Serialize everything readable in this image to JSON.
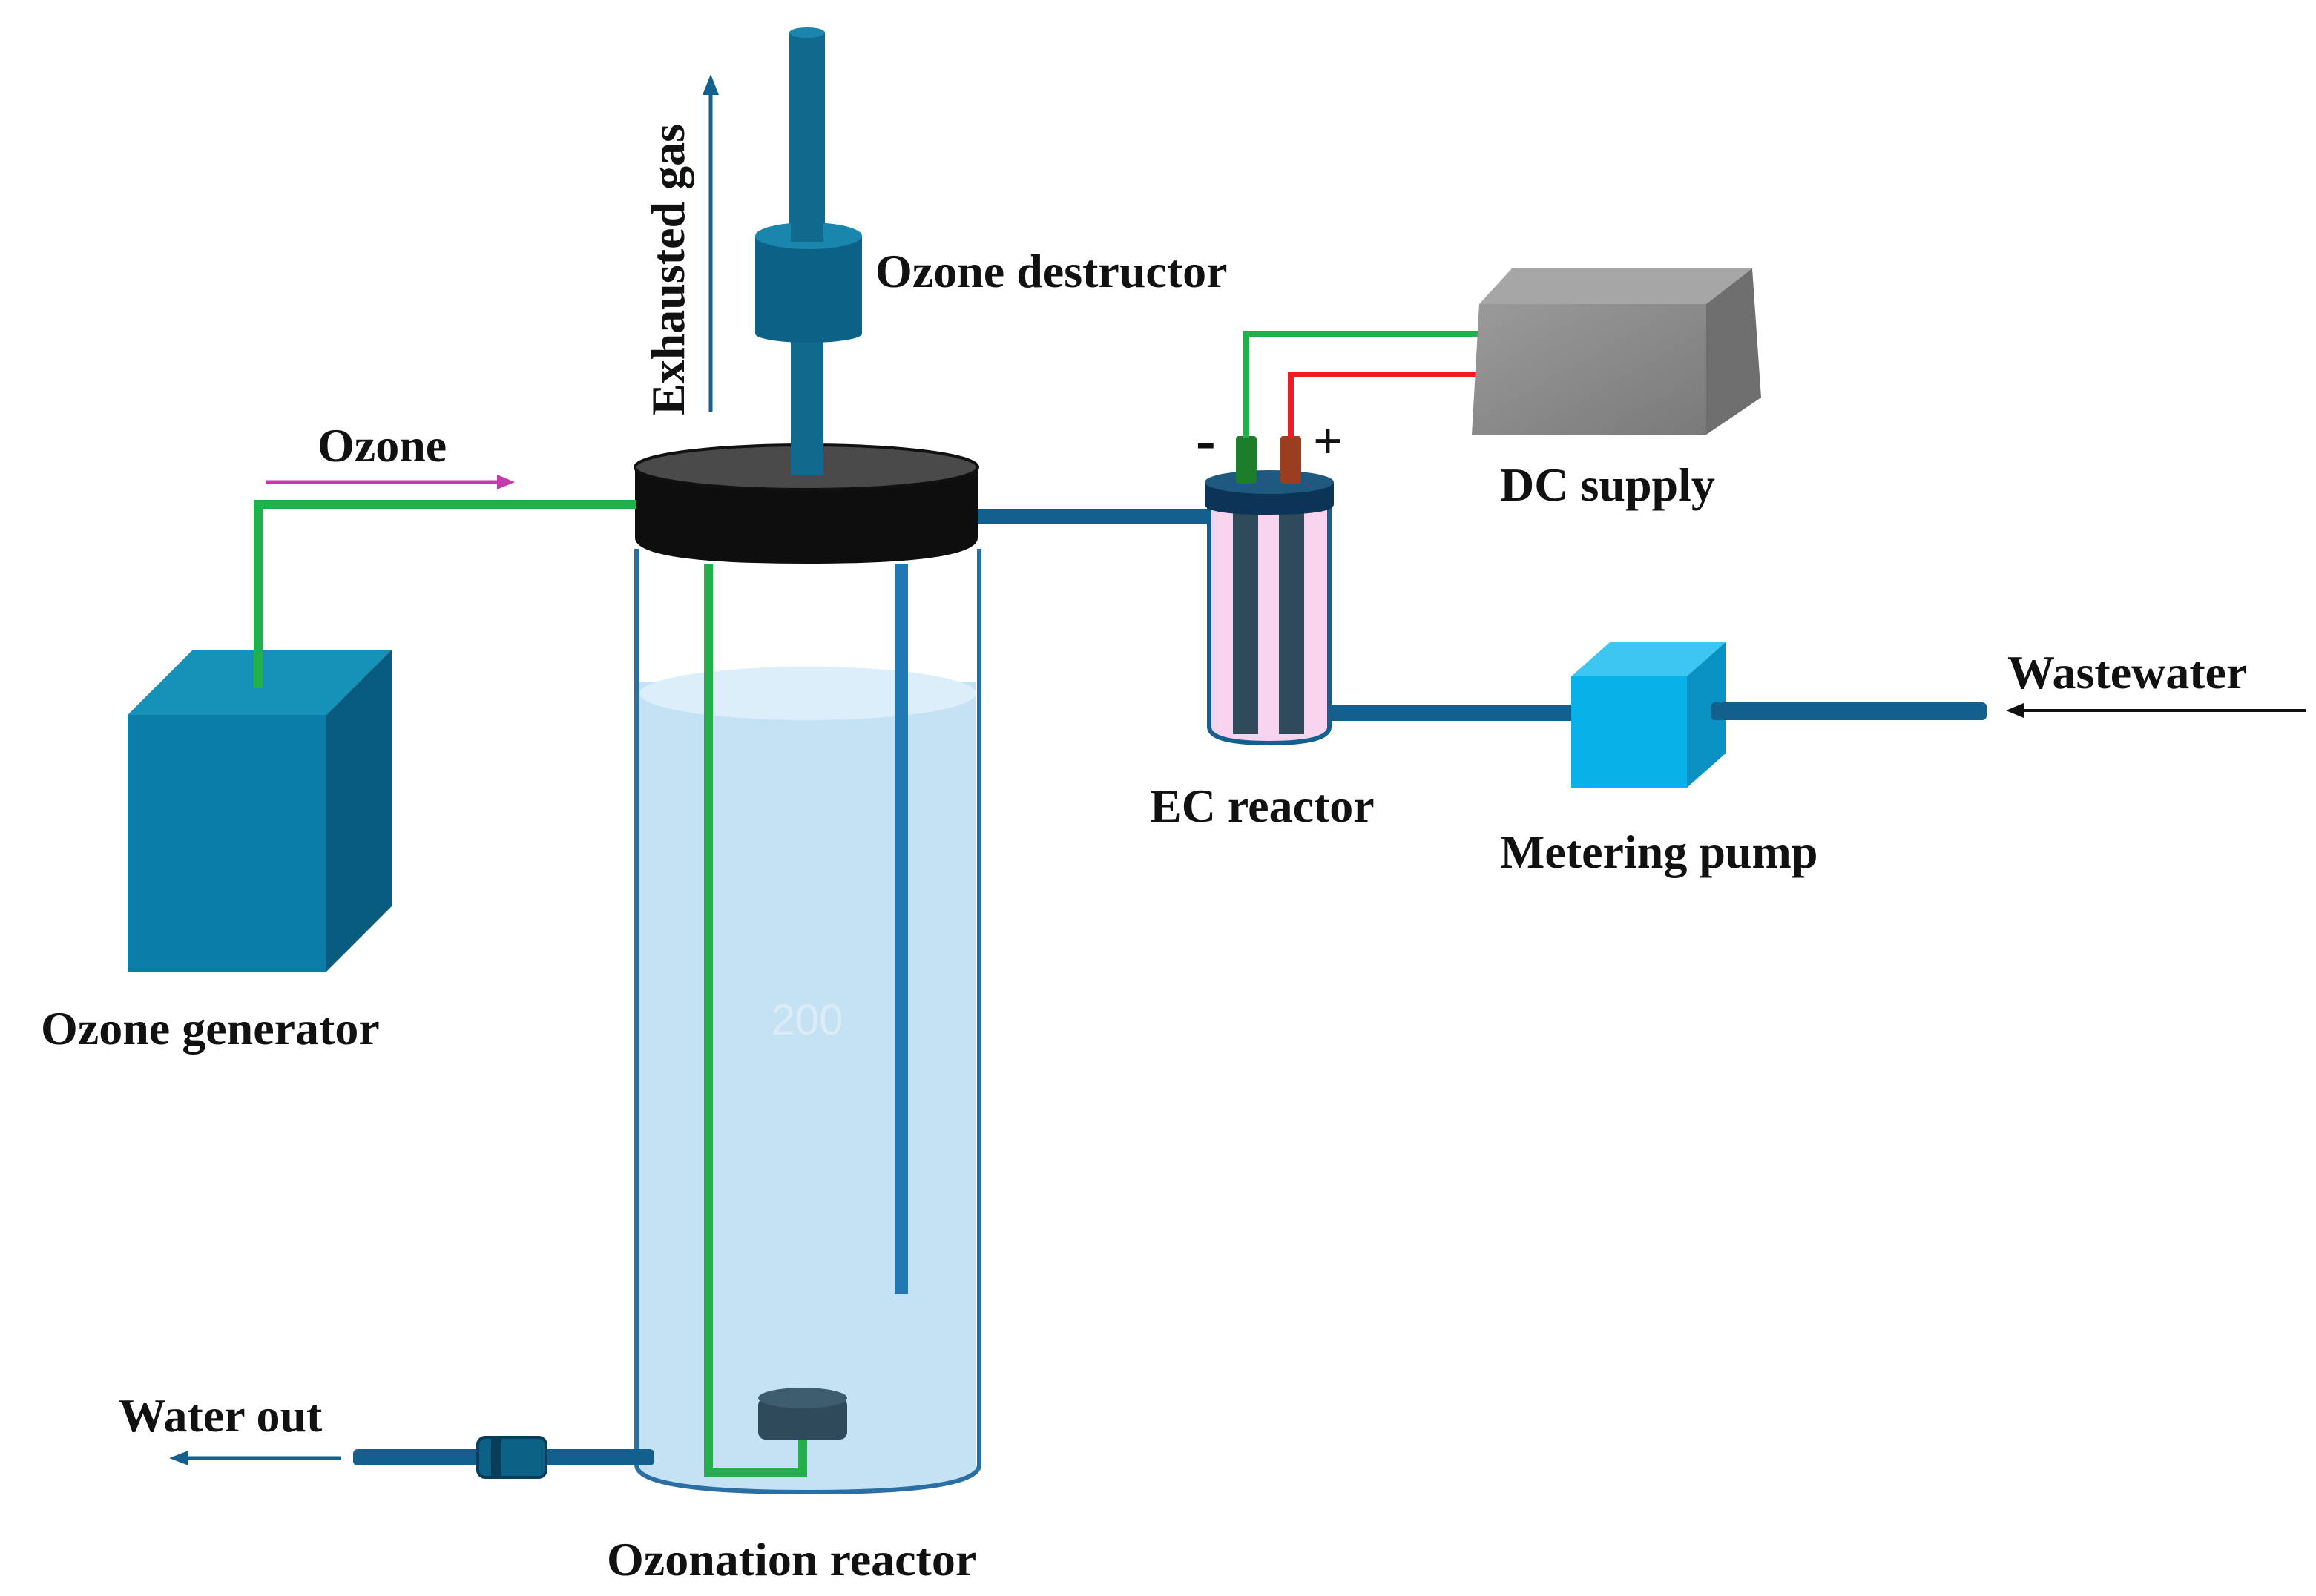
{
  "labels": {
    "exhausted_gas": "Exhausted gas",
    "ozone_destructor": "Ozone destructor",
    "ozone_flow": "Ozone",
    "ozone_generator": "Ozone generator",
    "dc_supply": "DC supply",
    "ec_reactor": "EC reactor",
    "metering_pump": "Metering pump",
    "wastewater": "Wastewater",
    "water_out": "Water out",
    "ozonation_reactor": "Ozonation reactor",
    "terminal_negative": "-",
    "terminal_positive": "+",
    "volume_mark": "200"
  },
  "colors": {
    "pipe": "#135f8e",
    "ozone_line": "#22b04b",
    "positive_wire": "#ee1c24",
    "ozone_arrow": "#c43aa8",
    "water": "#c5e1f4",
    "generator": "#0a7ea8",
    "pump": "#08b2e8",
    "dc_box": "#8c8c8c",
    "lid": "#111111",
    "ec_liquid": "#f7d3ee",
    "electrode": "#2f4a5a"
  }
}
